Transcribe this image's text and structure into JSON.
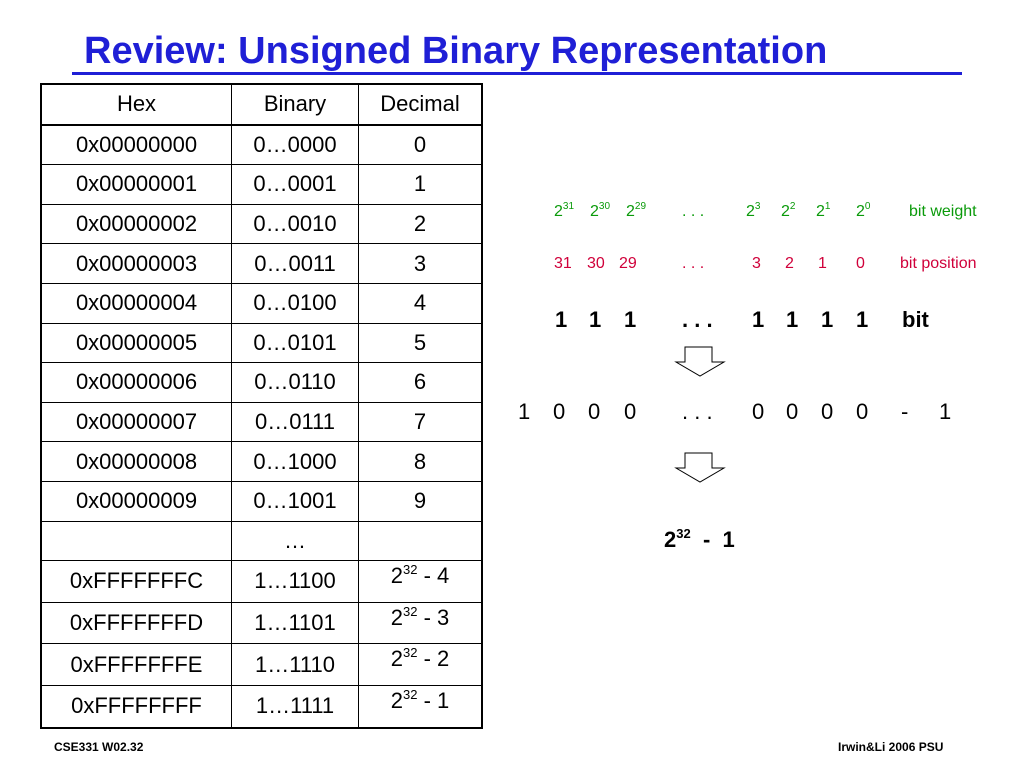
{
  "slide": {
    "title": "Review:  Unsigned Binary Representation",
    "footer_left": "CSE331  W02.32",
    "footer_right": "Irwin&Li 2006 PSU"
  },
  "table": {
    "headers": [
      "Hex",
      "Binary",
      "Decimal"
    ],
    "rows": [
      [
        "0x00000000",
        "0…0000",
        "0"
      ],
      [
        "0x00000001",
        "0…0001",
        "1"
      ],
      [
        "0x00000002",
        "0…0010",
        "2"
      ],
      [
        "0x00000003",
        "0…0011",
        "3"
      ],
      [
        "0x00000004",
        "0…0100",
        "4"
      ],
      [
        "0x00000005",
        "0…0101",
        "5"
      ],
      [
        "0x00000006",
        "0…0110",
        "6"
      ],
      [
        "0x00000007",
        "0…0111",
        "7"
      ],
      [
        "0x00000008",
        "0…1000",
        "8"
      ],
      [
        "0x00000009",
        "0…1001",
        "9"
      ],
      [
        "",
        "…",
        ""
      ],
      [
        "0xFFFFFFFC",
        "1…1100",
        {
          "base": "2",
          "exp": "32",
          "rest": " - 4"
        }
      ],
      [
        "0xFFFFFFFD",
        "1…1101",
        {
          "base": "2",
          "exp": "32",
          "rest": " - 3"
        }
      ],
      [
        "0xFFFFFFFE",
        "1…1110",
        {
          "base": "2",
          "exp": "32",
          "rest": " - 2"
        }
      ],
      [
        "0xFFFFFFFF",
        "1…1111",
        {
          "base": "2",
          "exp": "32",
          "rest": " - 1"
        }
      ]
    ]
  },
  "diagram": {
    "weights": [
      {
        "base": "2",
        "exp": "31"
      },
      {
        "base": "2",
        "exp": "30"
      },
      {
        "base": "2",
        "exp": "29"
      },
      {
        "text": ". . ."
      },
      {
        "base": "2",
        "exp": "3"
      },
      {
        "base": "2",
        "exp": "2"
      },
      {
        "base": "2",
        "exp": "1"
      },
      {
        "base": "2",
        "exp": "0"
      }
    ],
    "weights_label": "bit weight",
    "positions": [
      "31",
      "30",
      "29",
      ". . .",
      "3",
      "2",
      "1",
      "0"
    ],
    "positions_label": "bit position",
    "bits": [
      "1",
      "1",
      "1",
      ". . .",
      "1",
      "1",
      "1",
      "1"
    ],
    "bits_label": "bit",
    "sum_row": [
      "1",
      "0",
      "0",
      "0",
      ". . .",
      "0",
      "0",
      "0",
      "0",
      "-",
      "1"
    ],
    "result": {
      "base": "2",
      "exp": "32",
      "rest": "  -  1"
    },
    "colors": {
      "title": "#1f1fd6",
      "weight": "#0a9a0a",
      "position": "#d0003a"
    }
  }
}
